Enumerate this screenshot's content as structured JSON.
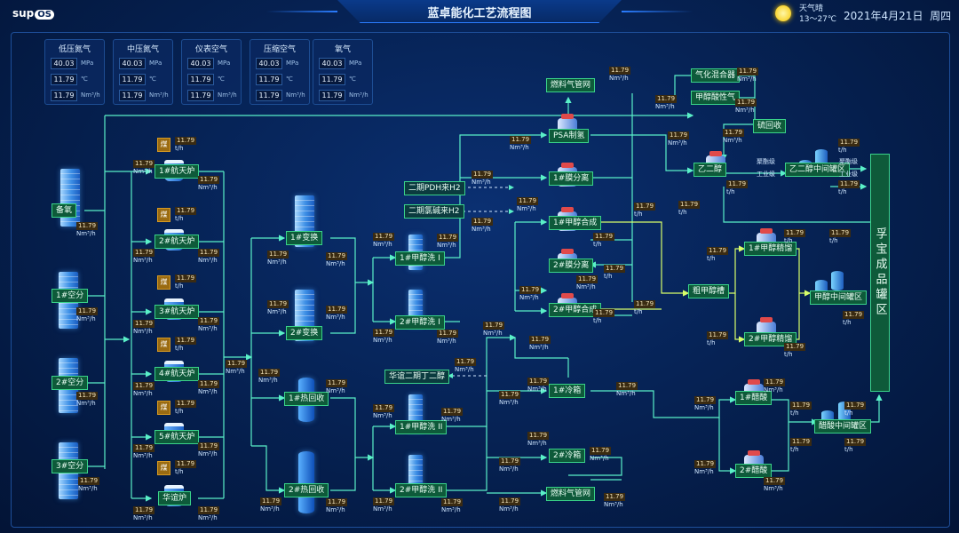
{
  "header": {
    "logo": "sup",
    "logo_os": "OS",
    "title": "蓝卓能化工艺流程图",
    "weather": "天气晴",
    "temp": "13～27℃",
    "date": "2021年4月21日",
    "weekday": "周四"
  },
  "cards": [
    {
      "title": "低压氮气",
      "values": [
        "40.03",
        "11.79",
        "11.79"
      ],
      "units": [
        "MPa",
        "℃",
        "Nm³/h"
      ]
    },
    {
      "title": "中压氮气",
      "values": [
        "40.03",
        "11.79",
        "11.79"
      ],
      "units": [
        "MPa",
        "℃",
        "Nm³/h"
      ]
    },
    {
      "title": "仪表空气",
      "values": [
        "40.03",
        "11.79",
        "11.79"
      ],
      "units": [
        "MPa",
        "℃",
        "Nm³/h"
      ]
    },
    {
      "title": "压缩空气",
      "values": [
        "40.03",
        "11.79",
        "11.79"
      ],
      "units": [
        "MPa",
        "℃",
        "Nm³/h"
      ]
    },
    {
      "title": "氧气",
      "values": [
        "40.03",
        "11.79",
        "11.79"
      ],
      "units": [
        "MPa",
        "℃",
        "Nm³/h"
      ]
    }
  ],
  "nodes": {
    "beiyang": "备氧",
    "kongfen1": "1#空分",
    "kongfen2": "2#空分",
    "kongfen3": "3#空分",
    "coal": "煤",
    "hangtian": [
      "1#航天炉",
      "2#航天炉",
      "3#航天炉",
      "4#航天炉",
      "5#航天炉",
      "华谊炉"
    ],
    "bianhuan1": "1#变换",
    "bianhuan2": "2#变换",
    "rehuishou1": "1#热回收",
    "rehuishou2": "2#热回收",
    "jiachunxi": [
      "1#甲醇洗 I",
      "2#甲醇洗 I",
      "1#甲醇洗 II",
      "2#甲醇洗 II"
    ],
    "pdh": "二期PDH来H2",
    "shaojian": "二期氯碱来H2",
    "huayi2": "华谊二期丁二醇",
    "ranliao_top": "燃料气管网",
    "psa": "PSA制氢",
    "mofen1": "1#膜分离",
    "mofen2": "2#膜分离",
    "hecheng1": "1#甲醇合成",
    "hecheng2": "2#甲醇合成",
    "lengxiang1": "1#冷箱",
    "lengxiang2": "2#冷箱",
    "ranliao_bottom": "燃料气管网",
    "qihua": "气化混合器",
    "jiachunsuan": "甲醇酸性气",
    "liuhuishou": "硫回收",
    "yierchun": "乙二醇",
    "cu": "粗甲醇槽",
    "jingliu1": "1#甲醇精馏",
    "jingliu2": "2#甲醇精馏",
    "cusuan1": "1#醋酸",
    "cusuan2": "2#醋酸",
    "yizhongjian": "乙二醇中间罐区",
    "jiazhongjian": "甲醇中间罐区",
    "cuzhongjian": "醋酸中间罐区",
    "final": "孚宝成品罐区",
    "juzhi": "聚酯级",
    "gongye": "工业级"
  },
  "flow": {
    "value": "11.79",
    "unit_nm3": "Nm³/h",
    "unit_th": "t/h"
  }
}
